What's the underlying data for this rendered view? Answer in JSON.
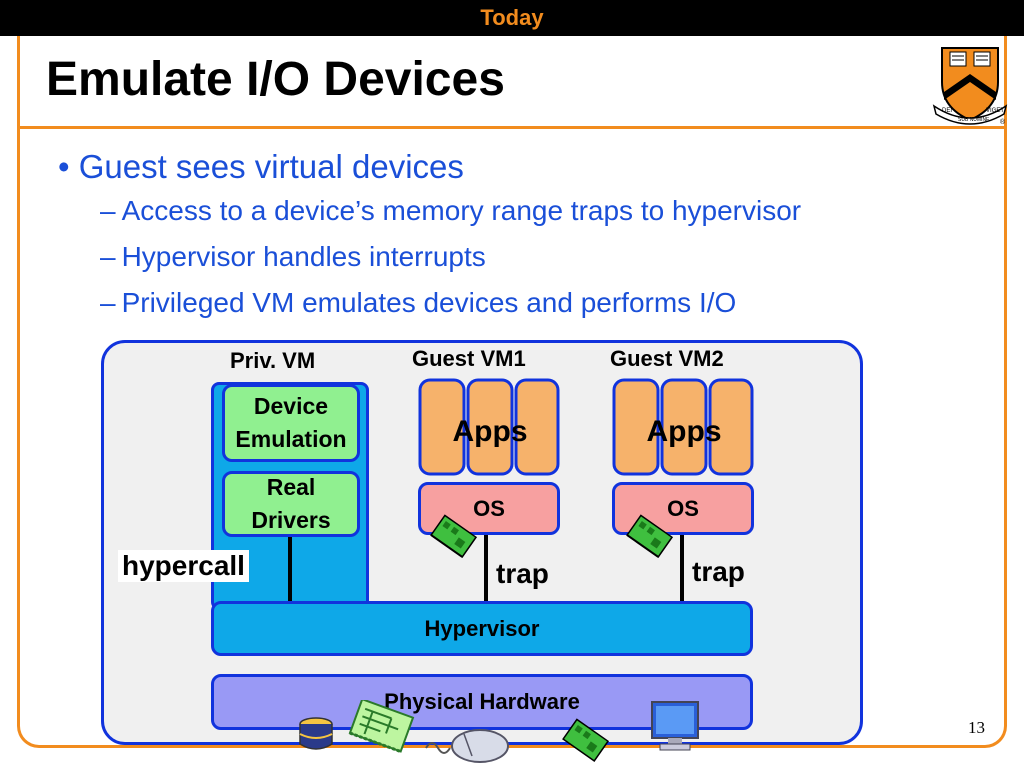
{
  "header": {
    "section": "Today"
  },
  "slide": {
    "title": "Emulate I/O Devices",
    "bullets": {
      "main": "• Guest sees virtual devices",
      "subs": [
        "Access to a device’s memory range traps to hypervisor",
        "Hypervisor handles interrupts",
        "Privileged VM emulates devices and performs I/O"
      ],
      "dash": "–"
    },
    "page_number": "13"
  },
  "diagram": {
    "priv_vm_label": "Priv. VM",
    "guest_vm1_label": "Guest VM1",
    "guest_vm2_label": "Guest VM2",
    "device_emulation_line1": "Device",
    "device_emulation_line2": "Emulation",
    "real_drivers_line1": "Real",
    "real_drivers_line2": "Drivers",
    "apps_label": "Apps",
    "os_label": "OS",
    "hypercall_label": "hypercall",
    "trap_label": "trap",
    "hypervisor_label": "Hypervisor",
    "physical_hardware_label": "Physical Hardware"
  },
  "logo": {
    "motto_left": "DEI",
    "motto_mid": "SUB NUMINE",
    "motto_right": "VIGET",
    "registered": "®"
  },
  "icons": [
    "device-card-icon",
    "database-icon",
    "circuit-board-icon",
    "mouse-icon",
    "monitor-icon"
  ],
  "colors": {
    "accent_orange": "#f28c1e",
    "bullet_blue": "#1a4fd8",
    "box_border": "#1133dd",
    "hypervisor_fill": "#0ea8e8",
    "green_fill": "#90f090",
    "apps_fill": "#f6b26b",
    "os_fill": "#f7a0a0",
    "hardware_fill": "#9999f5"
  }
}
